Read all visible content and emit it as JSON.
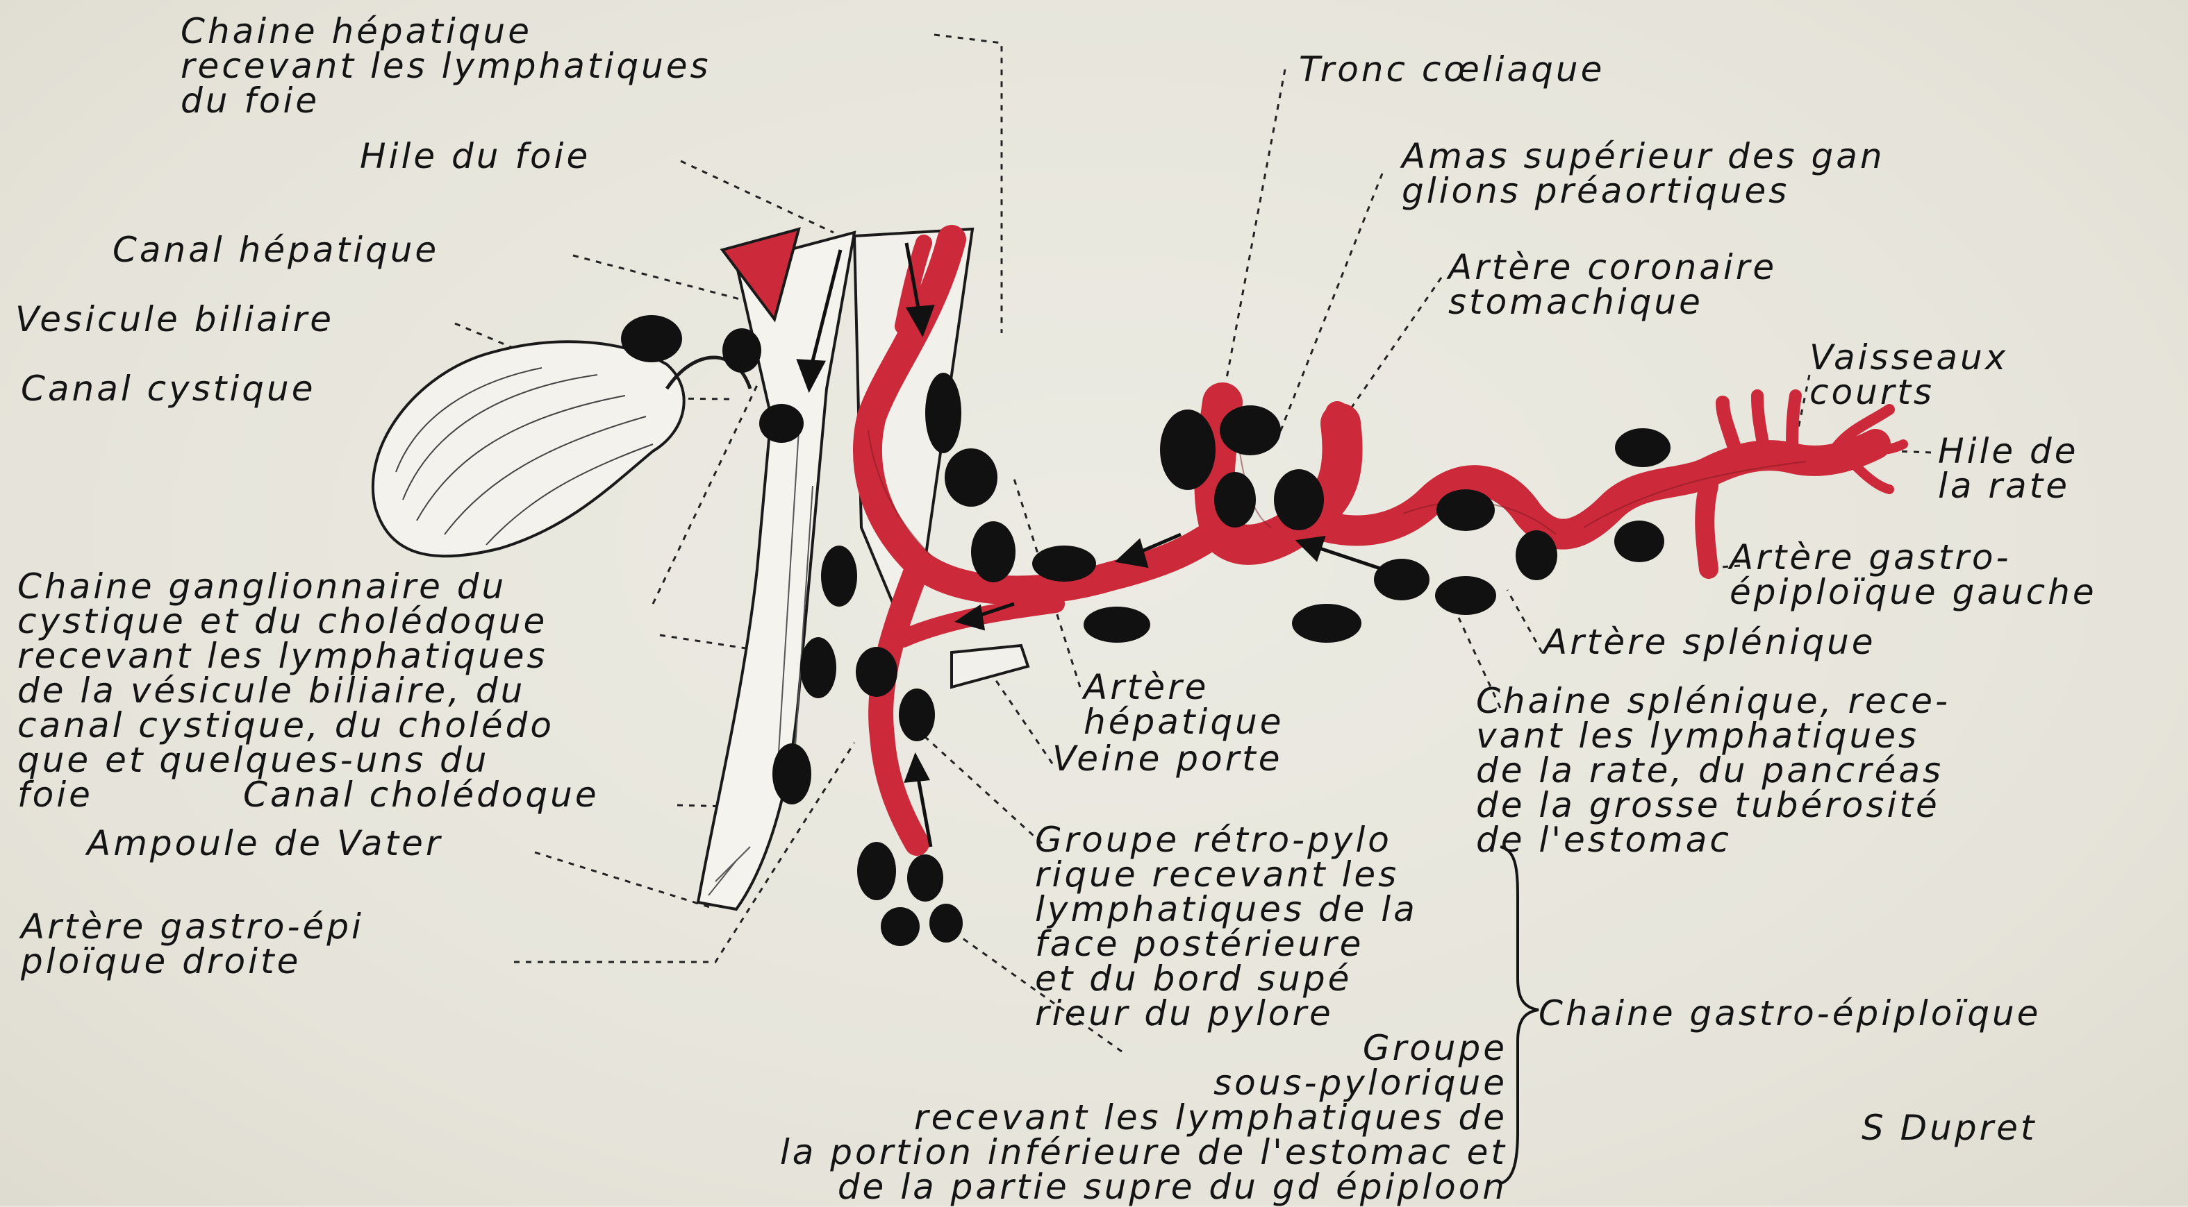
{
  "labels": {
    "chaine_hepatique": "Chaine hépatique\nrecevant les lymphatiques\ndu foie",
    "hile_du_foie": "Hile du foie",
    "canal_hepatique": "Canal hépatique",
    "vesicule_biliaire": "Vesicule biliaire",
    "canal_cystique": "Canal cystique",
    "chaine_ganglionnaire": "Chaine ganglionnaire du\ncystique et du cholédoque\nrecevant les lymphatiques\nde la vésicule biliaire, du\ncanal cystique, du cholédo\nque et quelques-uns du\nfoie",
    "canal_choledoque": "Canal cholédoque",
    "ampoule_de_vater": "Ampoule de Vater",
    "artere_gastro_epiploique_droite": "Artère gastro-épi\nploïque droite",
    "tronc_coeliaque": "Tronc cœliaque",
    "amas_superieur": "Amas supérieur des gan\nglions préaortiques",
    "artere_coronaire": "Artère coronaire\nstomachique",
    "vaisseaux_courts": "Vaisseaux\ncourts",
    "hile_de_la_rate": "Hile de\nla rate",
    "artere_gastro_epiploique_gauche": "Artère gastro-\népiploïque gauche",
    "artere_splenique": "Artère splénique",
    "chaine_splenique": "Chaine splénique, rece-\nvant les lymphatiques\nde la rate, du pancréas\nde la grosse tubérosité\nde l'estomac",
    "artere_hepatique": "Artère\nhépatique",
    "veine_porte": "Veine porte",
    "groupe_retro_pylorique": "Groupe rétro-pylo\nrique recevant les\nlymphatiques de la\nface postérieure\net du bord supé\nrieur du pylore",
    "chaine_gastro_epiploique": "Chaine gastro-épiploïque",
    "groupe_sous_pylorique": "Groupe\nsous-pylorique\nrecevant les lymphatiques de\nla portion inférieure de l'estomac et\nde la partie supre du gd épiploon",
    "signature": "S Dupret"
  },
  "colors": {
    "artery_red": "#cc2a3a",
    "node_black": "#111111",
    "paper": "#e8e6dd",
    "ink": "#141414"
  }
}
